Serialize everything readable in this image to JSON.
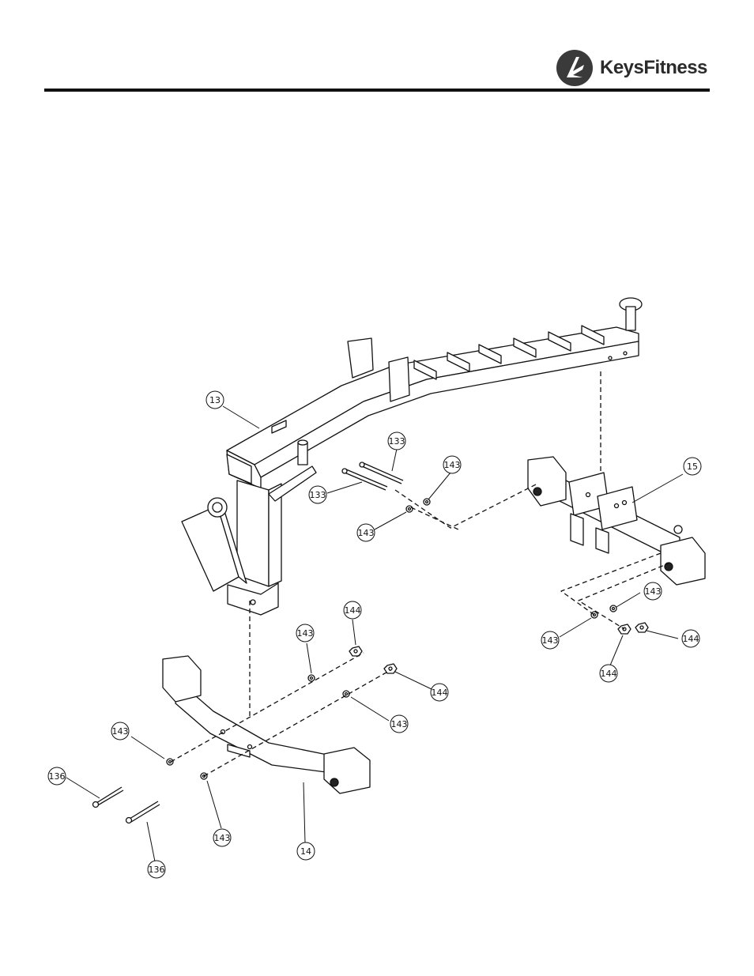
{
  "brand": {
    "name_part1": "Keys",
    "name_part2": "Fitness"
  },
  "callouts": [
    {
      "id": "c13",
      "label": "13"
    },
    {
      "id": "c133a",
      "label": "133"
    },
    {
      "id": "c133b",
      "label": "133"
    },
    {
      "id": "c143a",
      "label": "143"
    },
    {
      "id": "c143b",
      "label": "143"
    },
    {
      "id": "c15",
      "label": "15"
    },
    {
      "id": "c143c",
      "label": "143"
    },
    {
      "id": "c143d",
      "label": "143"
    },
    {
      "id": "c144a",
      "label": "144"
    },
    {
      "id": "c144b",
      "label": "144"
    },
    {
      "id": "c144c",
      "label": "144"
    },
    {
      "id": "c143e",
      "label": "143"
    },
    {
      "id": "c144d",
      "label": "144"
    },
    {
      "id": "c143f",
      "label": "143"
    },
    {
      "id": "c143g",
      "label": "143"
    },
    {
      "id": "c136a",
      "label": "136"
    },
    {
      "id": "c143h",
      "label": "143"
    },
    {
      "id": "c136b",
      "label": "136"
    },
    {
      "id": "c14",
      "label": "14"
    }
  ]
}
